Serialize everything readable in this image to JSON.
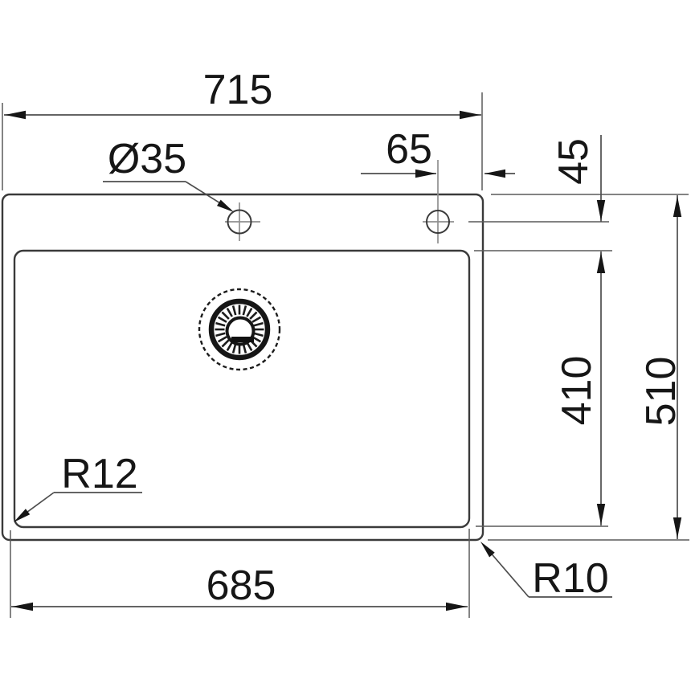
{
  "drawing": {
    "description": "sink-cutout-dimension-drawing",
    "labels": {
      "overall_width": "715",
      "hole_diameter": "Ø35",
      "hole_offset_right": "65",
      "hole_to_bowl_edge": "45",
      "bowl_height": "410",
      "overall_height": "510",
      "bowl_corner_radius": "R12",
      "cutout_width": "685",
      "outer_corner_radius": "R10"
    },
    "colors": {
      "outline": "#3a3a3a",
      "dimension_line": "#4e4e4e",
      "centerline": "#8f8f8f",
      "arrow_and_text": "#161616",
      "background": "#ffffff"
    }
  }
}
